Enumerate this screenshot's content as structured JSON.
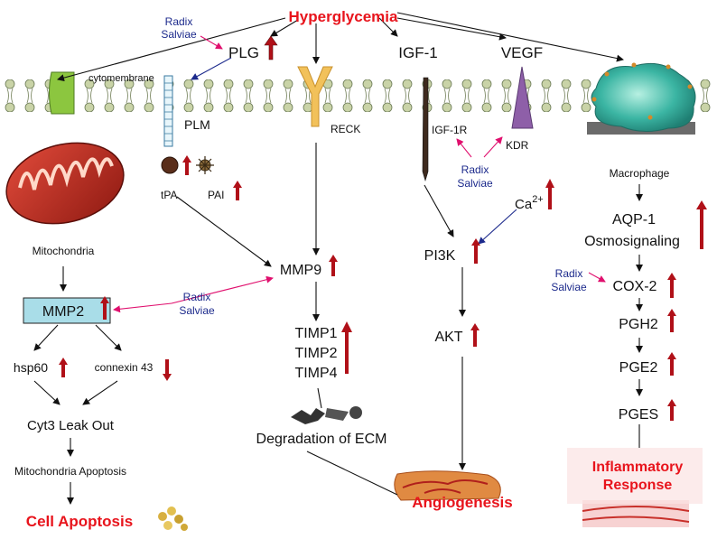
{
  "colors": {
    "red": "#e8141c",
    "darkred": "#a8101a",
    "blue": "#1c2a8c",
    "pink": "#e0106e",
    "mmp2_box": "#a9dde8",
    "green_channel": "#8cc63f",
    "reck": "#f2c15a",
    "kdr": "#8e5fa8",
    "macrophage": "#3bb5a3"
  },
  "labels": {
    "hyperglycemia": "Hyperglycemia",
    "radix": "Radix",
    "salviae": "Salviae",
    "plg": "PLG",
    "igf1": "IGF-1",
    "vegf": "VEGF",
    "cytomembrane": "cytomembrane",
    "plm": "PLM",
    "reck": "RECK",
    "igf1r": "IGF-1R",
    "kdr": "KDR",
    "tpa": "tPA",
    "pai": "PAI",
    "ca": "Ca",
    "ca_sup": "2+",
    "macrophage": "Macrophage",
    "aqp1": "AQP-1",
    "osmosignaling": "Osmosignaling",
    "mitochondria": "Mitochondria",
    "mmp2": "MMP2",
    "mmp9": "MMP9",
    "pi3k": "PI3K",
    "cox2": "COX-2",
    "timp1": "TIMP1",
    "timp2": "TIMP2",
    "timp4": "TIMP4",
    "akt": "AKT",
    "pgh2": "PGH2",
    "pge2": "PGE2",
    "pges": "PGES",
    "hsp60": "hsp60",
    "connexin43": "connexin 43",
    "cyt3": "Cyt3 Leak Out",
    "degradation": "Degradation of ECM",
    "mito_apoptosis": "Mitochondria Apoptosis",
    "inflammatory": "Inflammatory",
    "response": "Response",
    "angiogenesis": "Angiogenesis",
    "cell_apoptosis": "Cell Apoptosis"
  }
}
